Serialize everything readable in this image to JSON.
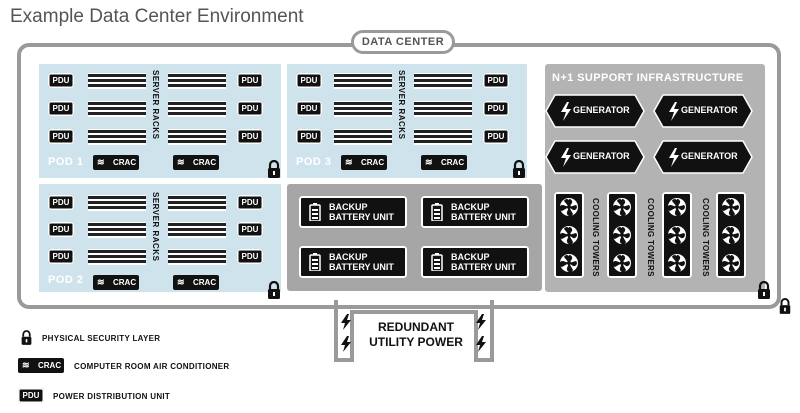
{
  "title": "Example Data Center Environment",
  "data_center_label": "DATA CENTER",
  "pdu_label": "PDU",
  "crac_label": "CRAC",
  "server_racks_label": "SERVER RACKS",
  "pods": {
    "pod1": "POD 1",
    "pod2": "POD 2",
    "pod3": "POD 3"
  },
  "support": {
    "title": "N+1 SUPPORT INFRASTRUCTURE",
    "generator_label": "GENERATOR",
    "cooling_towers_label": "COOLING TOWERS"
  },
  "battery": {
    "line1": "BACKUP",
    "line2": "BATTERY UNIT"
  },
  "utility": {
    "line1": "REDUNDANT",
    "line2": "UTILITY POWER"
  },
  "legend": {
    "security": "PHYSICAL SECURITY LAYER",
    "crac": "COMPUTER ROOM AIR CONDITIONER",
    "pdu": "POWER DISTRIBUTION UNIT"
  },
  "colors": {
    "pod_fill": "#cfe3ec",
    "gray_fill": "#a6a6a6",
    "support_fill": "#b3b3b3",
    "frame": "#9a9a9a"
  },
  "icons": [
    "lock-icon",
    "lightning-icon",
    "battery-icon",
    "fan-icon",
    "crac-icon"
  ]
}
